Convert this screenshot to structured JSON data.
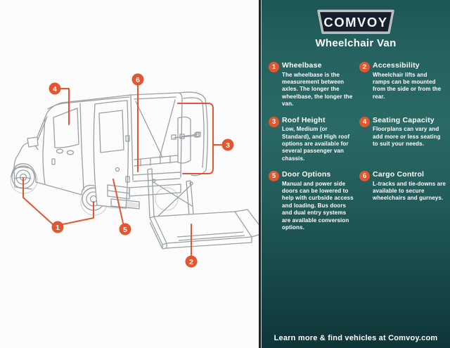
{
  "logo": {
    "text": "COMVOY"
  },
  "title": "Wheelchair Van",
  "features": [
    {
      "number": "1",
      "title": "Wheelbase",
      "description": "The wheelbase is the measurement between axles. The longer the wheelbase, the longer the van."
    },
    {
      "number": "2",
      "title": "Accessibility",
      "description": "Wheelchair lifts and ramps can be mounted from the side or from the rear."
    },
    {
      "number": "3",
      "title": "Roof Height",
      "description": "Low, Medium (or Standard), and High roof options are available for several passenger van chassis."
    },
    {
      "number": "4",
      "title": "Seating Capacity",
      "description": "Floorplans can vary and add more or less seating to suit your needs."
    },
    {
      "number": "5",
      "title": "Door Options",
      "description": "Manual and power side doors can be lowered to help with curbside access and loading. Bus doors and dual entry systems are available conversion options."
    },
    {
      "number": "6",
      "title": "Cargo Control",
      "description": "L-tracks and tie-downs are available to secure wheelchairs and gurneys."
    }
  ],
  "footer": {
    "text": "Learn more & find vehicles at Comvoy.com"
  },
  "diagram": {
    "label": "wheelchair-van-line-drawing-with-rear-lift",
    "callouts": [
      {
        "number": "1",
        "target": "wheelbase-axles"
      },
      {
        "number": "2",
        "target": "lift-platform"
      },
      {
        "number": "3",
        "target": "roof-height"
      },
      {
        "number": "4",
        "target": "side-window"
      },
      {
        "number": "5",
        "target": "side-door"
      },
      {
        "number": "6",
        "target": "cargo-interior"
      }
    ]
  },
  "colors": {
    "accent": "#E2572F",
    "panel_top": "#266360",
    "panel_bottom": "#0F3538",
    "badge_fill": "#161F2B",
    "badge_border": "#D8DADA",
    "line_gray": "#9AA0A4",
    "text": "#FFFFFF",
    "canvas": "#FCFCFC"
  }
}
